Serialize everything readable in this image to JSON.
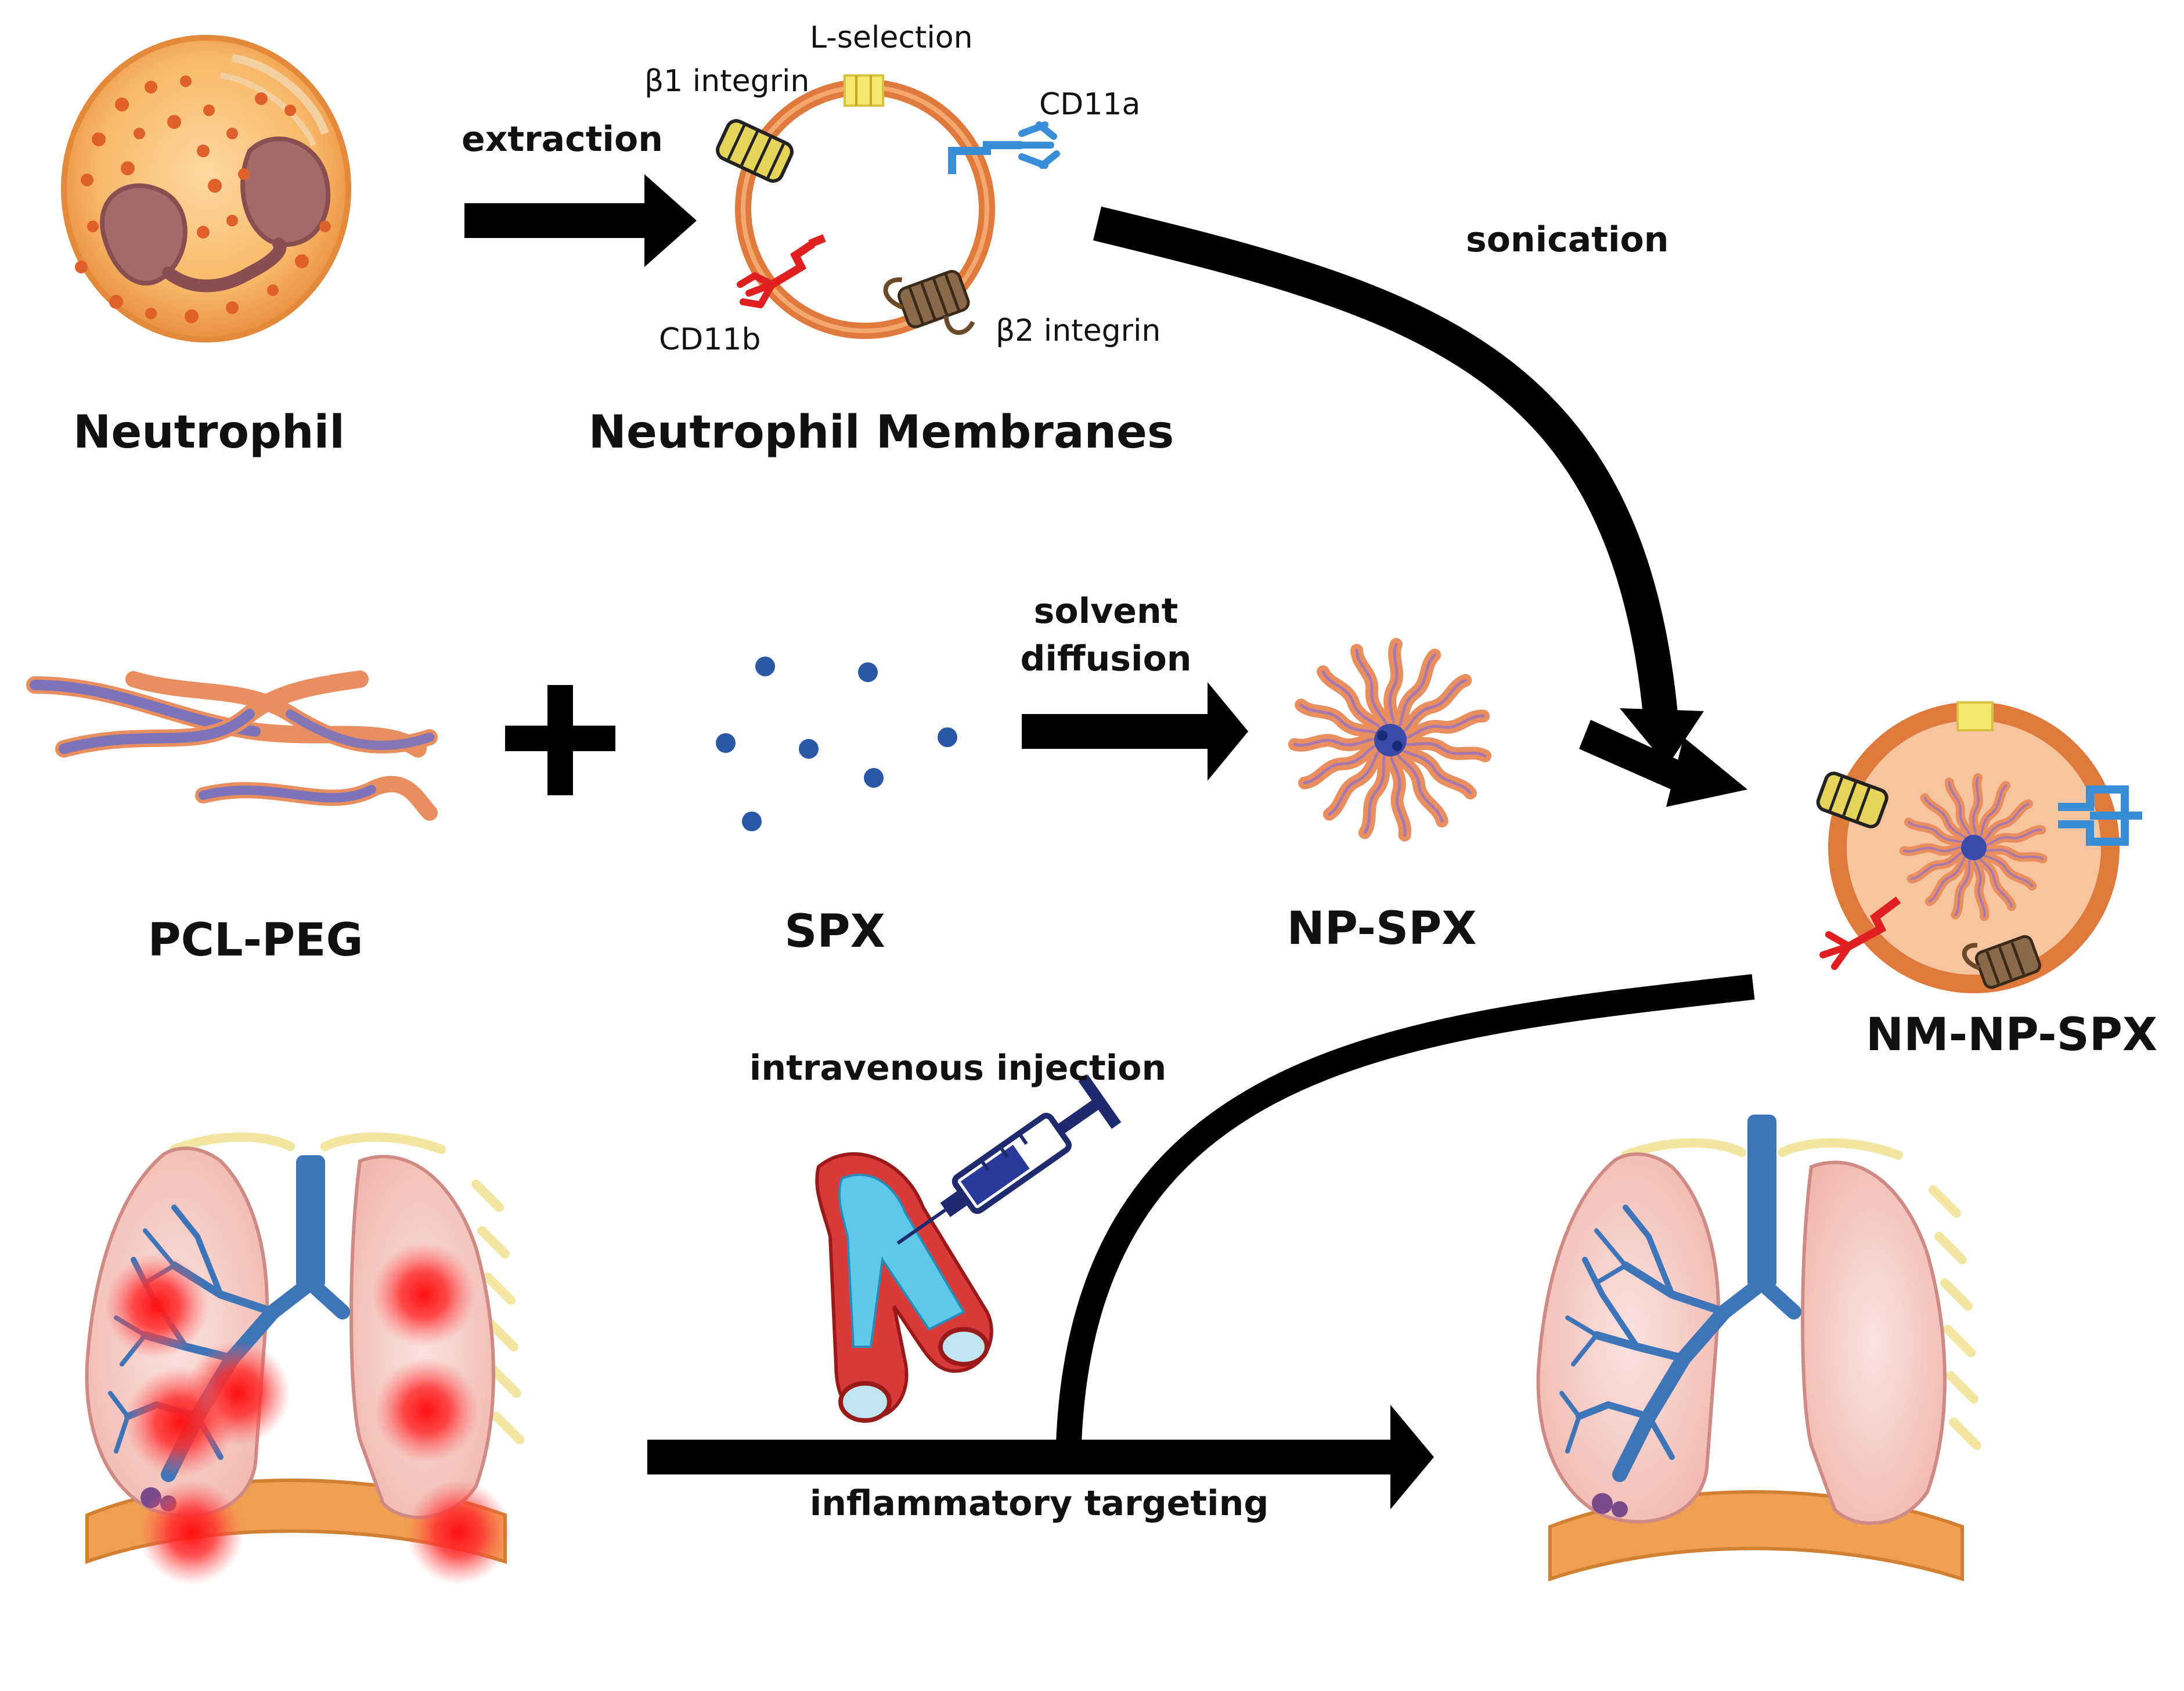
{
  "labels": {
    "neutrophil": "Neutrophil",
    "membranes": "Neutrophil Membranes",
    "extraction": "extraction",
    "sonication": "sonication",
    "l_selection": "L-selection",
    "beta1": "β1 integrin",
    "cd11a": "CD11a",
    "cd11b": "CD11b",
    "beta2": "β2 integrin",
    "pclpeg": "PCL-PEG",
    "spx": "SPX",
    "solvent_line1": "solvent",
    "solvent_line2": "diffusion",
    "npspx": "NP-SPX",
    "nmnpspx": "NM-NP-SPX",
    "iv_injection": "intravenous injection",
    "inflam_targeting": "inflammatory targeting"
  },
  "colors": {
    "arrow": "#000000",
    "membrane": "#e07a3c",
    "neutrophil_fill": "#f6b25a",
    "polymer_orange": "#e98e5e",
    "polymer_blue": "#6a6fc8",
    "dot_blue": "#2a58a6",
    "lung_pink": "#f4c6c0",
    "bronchi_blue": "#3e74b8",
    "inflammation_red": "#ff2020",
    "diaphragm": "#f0a050",
    "rib_yellow": "#f3e6a0",
    "vessel_red": "#d83a3a",
    "syringe_navy": "#1f2b6e",
    "integrin_yellow": "#d8c040",
    "integrin_brown": "#6b4a2a",
    "cd11a_blue": "#3a8ed8",
    "cd11b_red": "#e02020"
  }
}
